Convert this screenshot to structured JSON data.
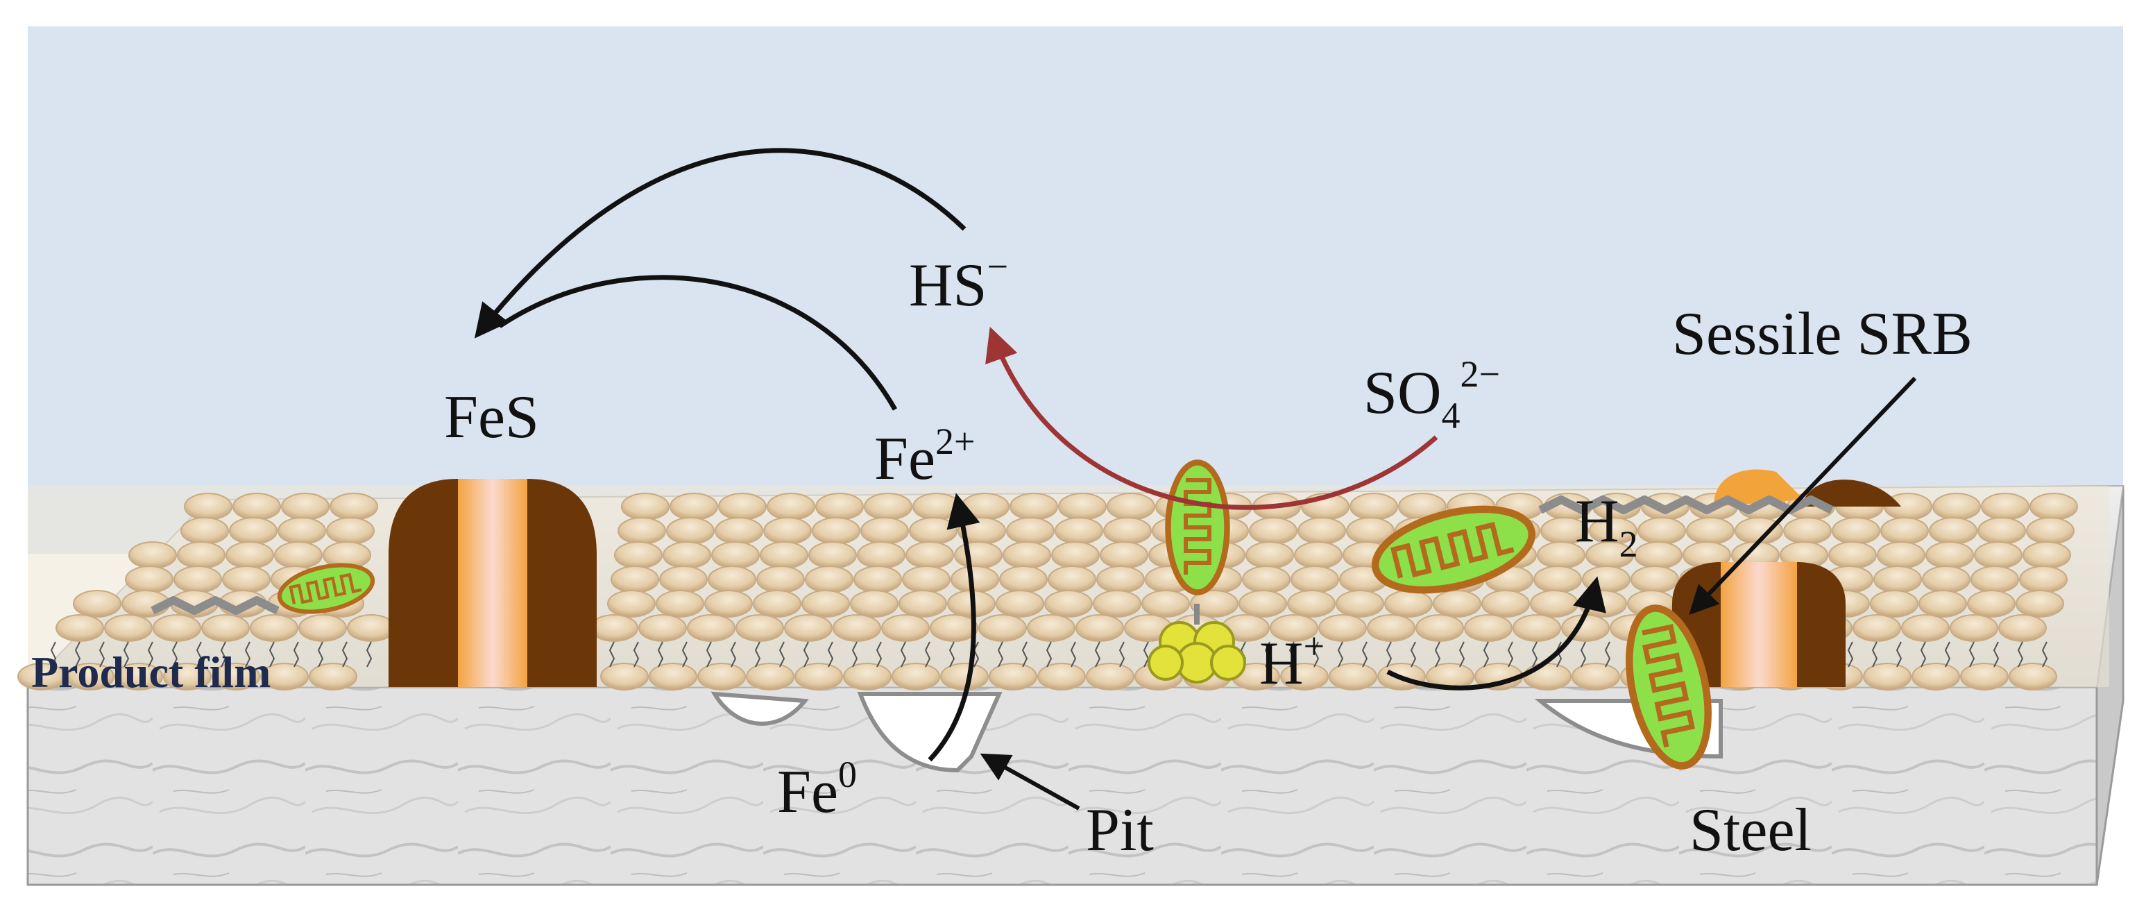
{
  "labels": {
    "hs": {
      "base": "HS",
      "sup": "−"
    },
    "fes": "FeS",
    "fe2": {
      "base": "Fe",
      "sup": "2+"
    },
    "so4": {
      "base": "SO",
      "sub": "4",
      "sup": "2−"
    },
    "sessile": "Sessile SRB",
    "h2": {
      "base": "H",
      "sub": "2"
    },
    "hplus": {
      "base": "H",
      "sup": "+"
    },
    "fe0": {
      "base": "Fe",
      "sup": "0"
    },
    "pit": "Pit",
    "steel": "Steel",
    "film": "Product film"
  },
  "colors": {
    "water": "#dae4f1",
    "capsule": "#e9d5b4",
    "capsule_edge": "#c7ab84",
    "steel": "#dcdcdc",
    "mito_fill": "#8ee04a",
    "mito_edge": "#b46a1c",
    "arrow_black": "#111111",
    "arrow_red": "#9e3535",
    "channel_brown": "#6b3608",
    "channel_orange": "#f2a33a",
    "protein_yellow": "#e3e23a",
    "film_text": "#1f2b4e"
  }
}
